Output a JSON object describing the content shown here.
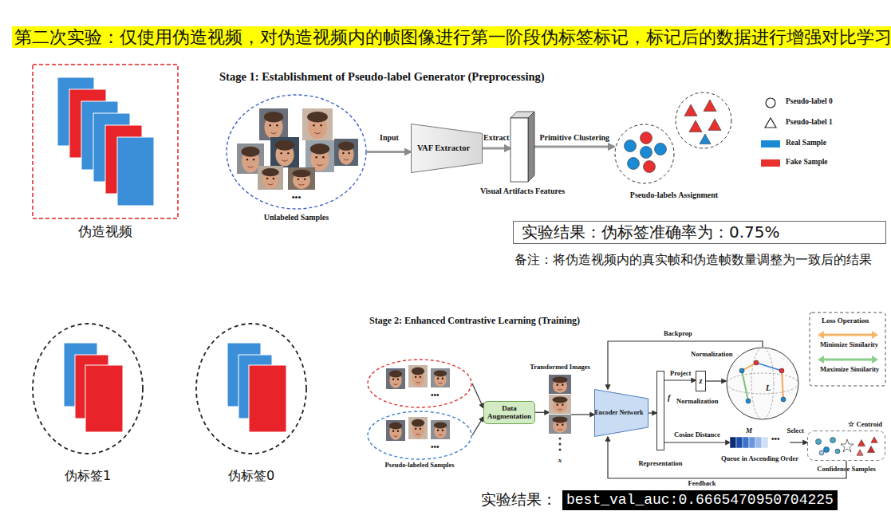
{
  "diagram": {
    "title": "第二次实验：仅使用伪造视频，对伪造视频内的帧图像进行第一阶段伪标签标记，标记后的数据进行增强对比学习",
    "nodes": [
      {
        "text": [
          "伪造视频"
        ]
      },
      {
        "text": [
          "Stage 1: Establishment of Pseudo-label Generator (Preprocessing)"
        ]
      },
      {
        "text": [
          "•••",
          "Unlabeled Samples"
        ],
        "in": 1
      },
      {
        "text": [
          "VAF Extractor"
        ],
        "in": 1
      },
      {
        "text": [
          "Visual Artifacts Features"
        ],
        "in": 1
      },
      {
        "text": [
          "Pseudo-labels Assignment"
        ],
        "in": 1
      },
      {
        "text": [
          "实验结果：伪标签准确率为：0.75%"
        ]
      },
      {
        "text": [
          "伪标签1"
        ]
      },
      {
        "text": [
          "伪标签0"
        ]
      },
      {
        "text": [
          "Stage 2: Enhanced Contrastive Learning (Training)"
        ]
      },
      {
        "text": [
          "•••"
        ],
        "in": 9
      },
      {
        "text": [
          "•••",
          "Pseudo-labeled Samples"
        ],
        "in": 9
      },
      {
        "text": [
          "Data Augmentation"
        ],
        "in": 9
      },
      {
        "text": [
          "Transformed Images",
          "x"
        ],
        "in": 9
      },
      {
        "text": [
          "Encoder Network"
        ],
        "in": 9
      },
      {
        "text": [
          "f",
          "Representation"
        ],
        "in": 9
      },
      {
        "text": [
          "z"
        ],
        "in": 9
      },
      {
        "text": [
          "L"
        ],
        "in": 9
      },
      {
        "text": [
          "M",
          "•••",
          "Queue in Ascending Order"
        ],
        "in": 9
      },
      {
        "text": [
          "☆ Centroid",
          "Confidence Samples"
        ],
        "in": 9
      },
      {
        "text": [
          "best_val_auc:0.6665470950704225"
        ]
      }
    ],
    "edges": [
      {
        "from": 2,
        "to": 3,
        "label": "Input",
        "arrow": "to"
      },
      {
        "from": 3,
        "to": 4,
        "label": "Extract",
        "arrow": "to"
      },
      {
        "from": 4,
        "to": 5,
        "label": "Primitive Clustering",
        "arrow": "to"
      },
      {
        "from": 10,
        "to": 12,
        "arrow": "to"
      },
      {
        "from": 11,
        "to": 12,
        "arrow": "to"
      },
      {
        "from": 12,
        "to": 13,
        "arrow": "to"
      },
      {
        "from": 13,
        "to": 14,
        "arrow": "to"
      },
      {
        "from": 14,
        "to": 15,
        "arrow": "to"
      },
      {
        "from": 15,
        "to": 16,
        "label": "Project",
        "arrow": "to"
      },
      {
        "from": 16,
        "to": 17,
        "label": "Normalization",
        "arrow": "to"
      },
      {
        "from": 17,
        "to": 14,
        "label": "Backprop",
        "arrow": "to"
      },
      {
        "from": 15,
        "to": 18,
        "label": "Cosine Distance",
        "arrow": "to"
      },
      {
        "from": 18,
        "to": 19,
        "label": "Select",
        "arrow": "to"
      },
      {
        "from": 19,
        "to": 14,
        "label": "Feedback",
        "arrow": "to"
      }
    ],
    "labels": [
      "备注：将伪造视频内的真实帧和伪造帧数量调整为一致后的结果",
      "Normalization",
      "Loss Operation",
      "实验结果："
    ],
    "legend": [
      {
        "text": "Pseudo-label 0"
      },
      {
        "text": "Pseudo-label 1"
      },
      {
        "text": "Real Sample",
        "color": "#1a8ad4"
      },
      {
        "text": "Fake Sample",
        "color": "#e8302e"
      },
      {
        "text": "Minimize Similarity"
      },
      {
        "text": "Maximize Similarity"
      }
    ]
  }
}
